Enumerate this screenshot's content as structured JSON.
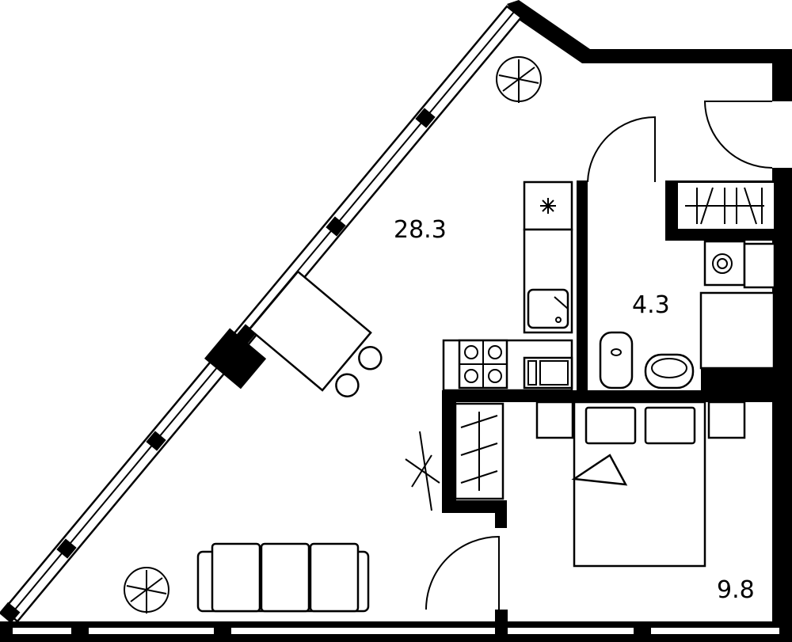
{
  "plan": {
    "rooms": [
      {
        "id": "living-kitchen",
        "area": "28.3"
      },
      {
        "id": "bathroom",
        "area": "4.3"
      },
      {
        "id": "bedroom",
        "area": "9.8"
      }
    ]
  },
  "colors": {
    "wall": "#000000",
    "background": "#ffffff"
  }
}
